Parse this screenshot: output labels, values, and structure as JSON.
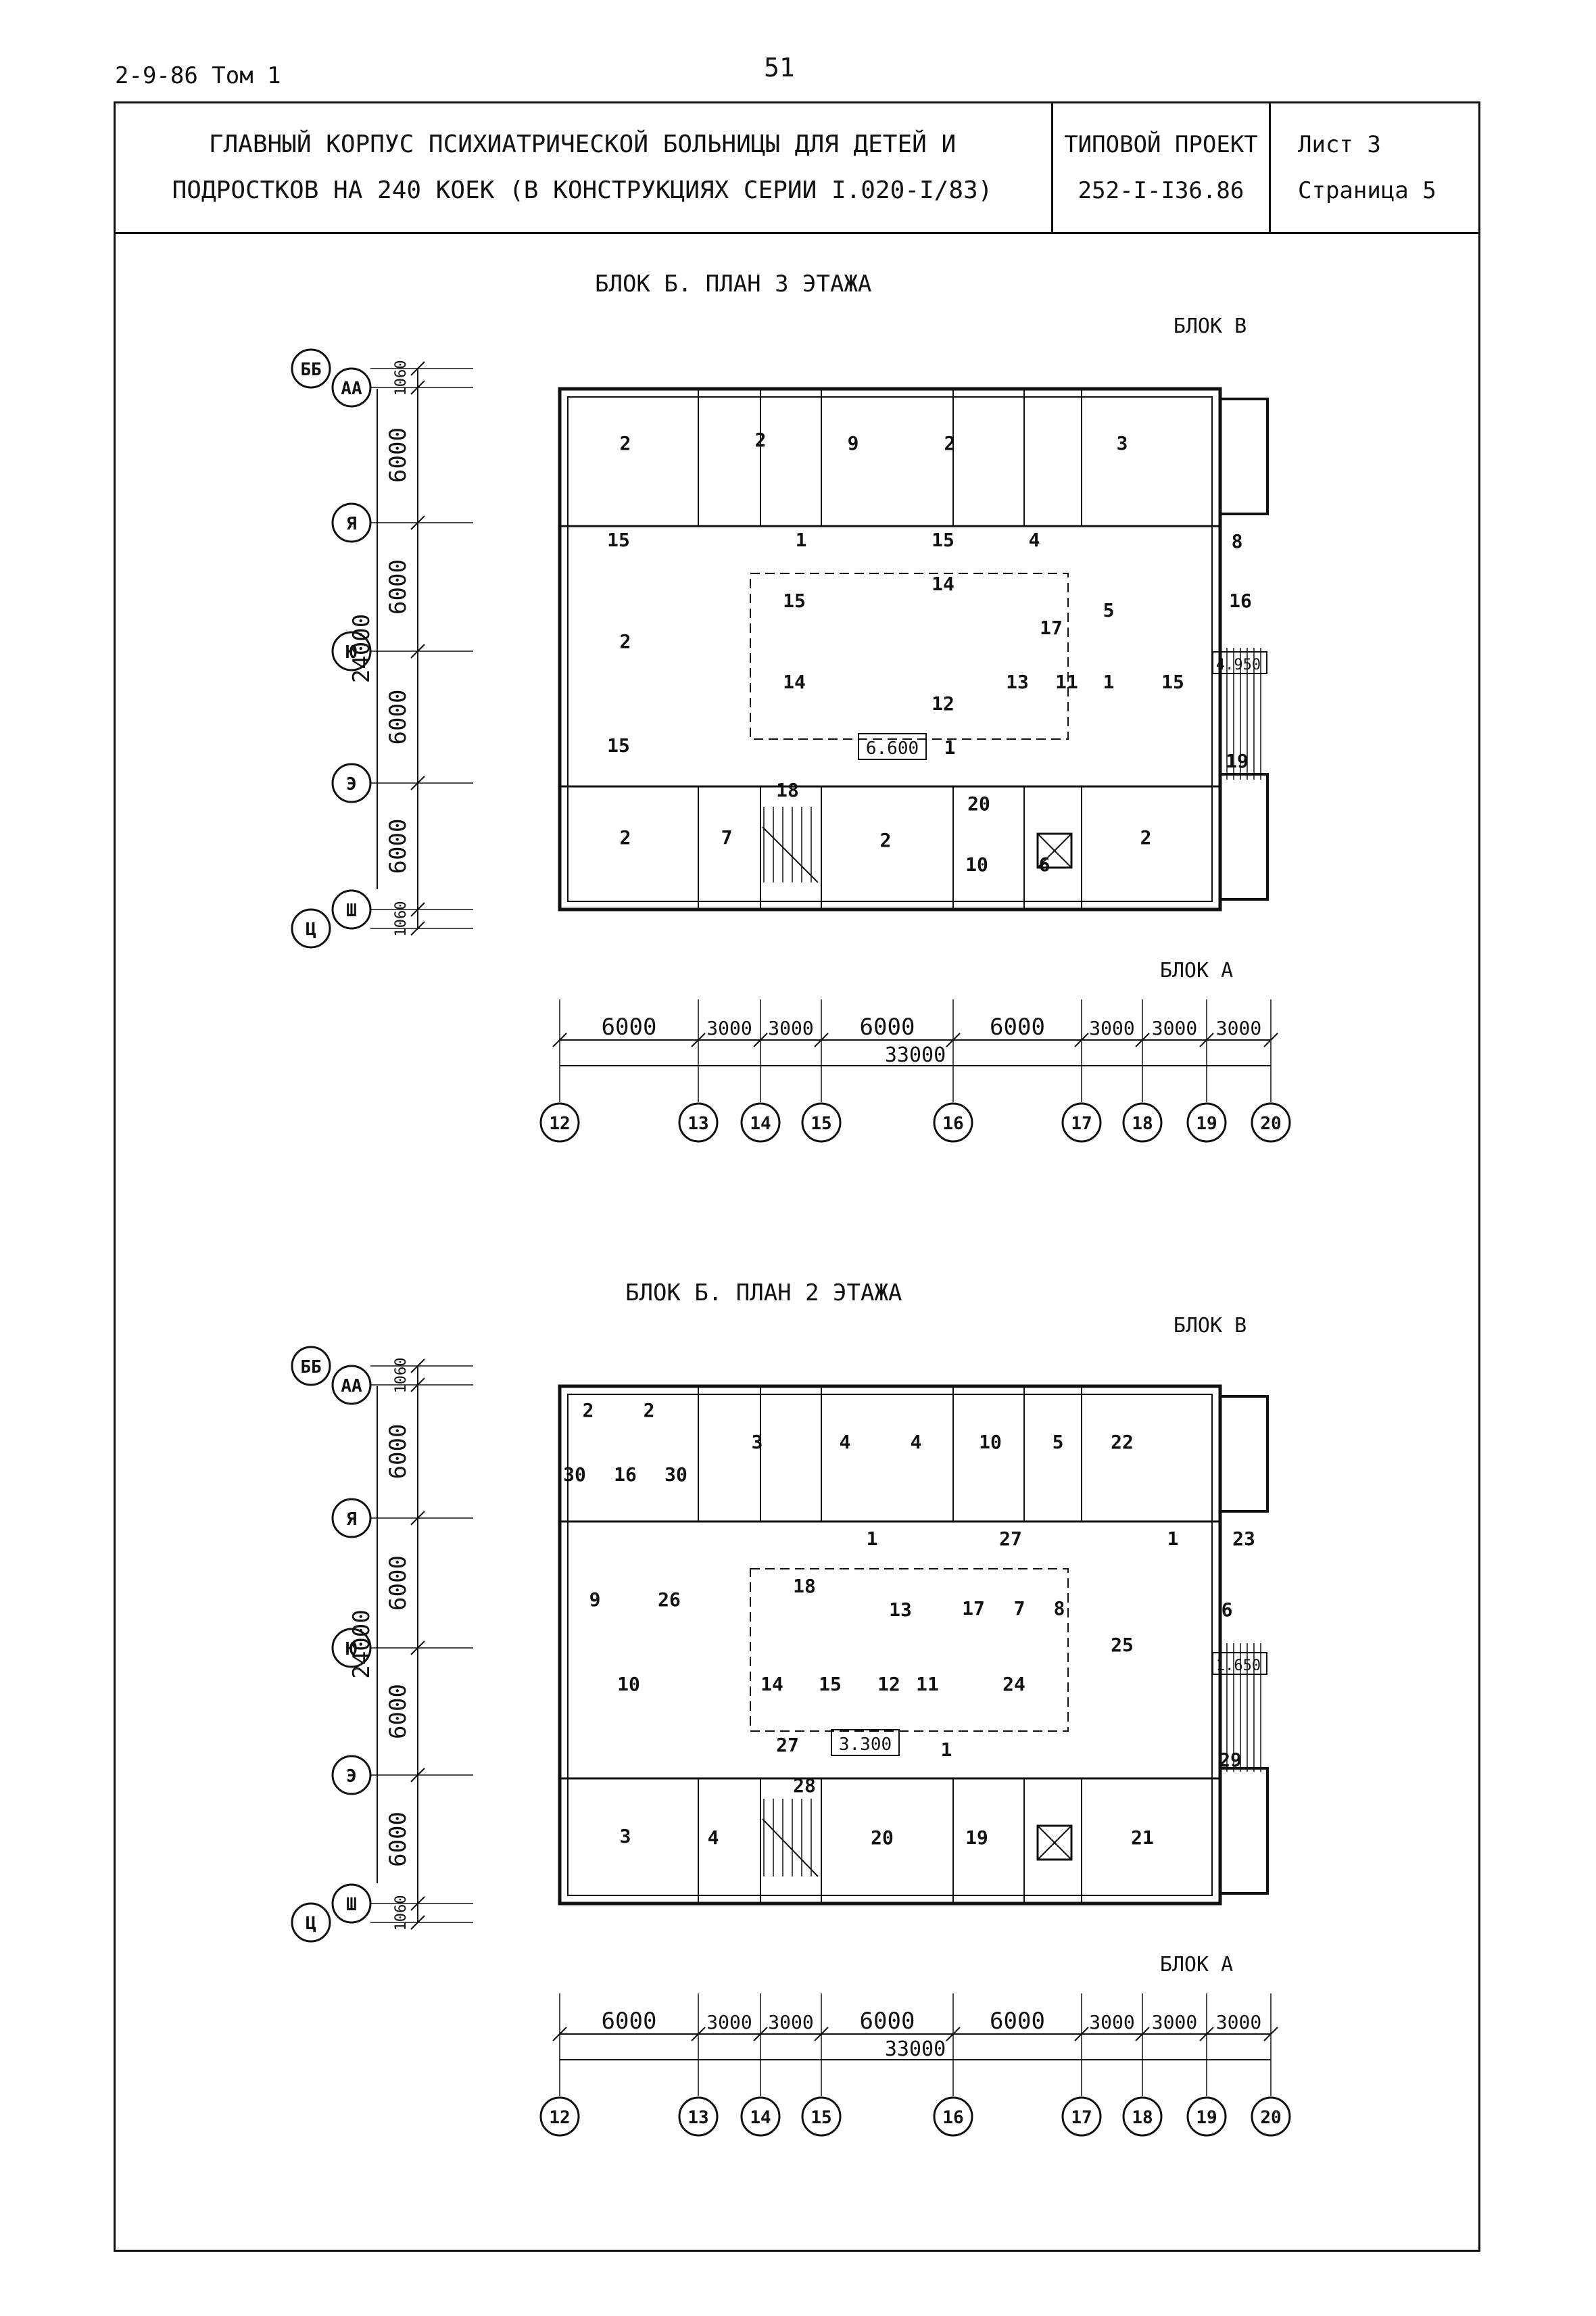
{
  "header": {
    "doc_ref": "2-9-86 Том 1",
    "page_number": "51",
    "title_line1": "ГЛАВНЫЙ КОРПУС ПСИХИАТРИЧЕСКОЙ БОЛЬНИЦЫ ДЛЯ ДЕТЕЙ И",
    "title_line2": "ПОДРОСТКОВ НА 240 КОЕК (В КОНСТРУКЦИЯХ СЕРИИ I.020-I/83)",
    "project_label": "ТИПОВОЙ ПРОЕКТ",
    "project_number": "252-I-I36.86",
    "sheet": "Лист 3",
    "page": "Страница 5"
  },
  "plans": [
    {
      "title": "БЛОК Б. ПЛАН 3 ЭТАЖА",
      "level_mark": "6.600",
      "stair_mark": "4.950",
      "block_top": "БЛОК В",
      "block_bottom": "БЛОК А",
      "rows": [
        "ББ",
        "АА",
        "Я",
        "Ю",
        "Э",
        "Ш",
        "Ц"
      ],
      "row_dims": [
        "1060",
        "6000",
        "6000",
        "6000",
        "6000",
        "1060"
      ],
      "row_total": "24000",
      "cols": [
        "12",
        "13",
        "14",
        "15",
        "16",
        "17",
        "18",
        "19",
        "20"
      ],
      "col_dims": [
        "6000",
        "3000",
        "3000",
        "6000",
        "6000",
        "3000",
        "3000",
        "3000"
      ],
      "col_total": "33000",
      "rooms": [
        "2",
        "2",
        "9",
        "2",
        "3",
        "15",
        "1",
        "15",
        "4",
        "8",
        "15",
        "14",
        "5",
        "16",
        "2",
        "17",
        "15",
        "14",
        "12",
        "13",
        "11",
        "1",
        "15",
        "1",
        "19",
        "18",
        "20",
        "2",
        "7",
        "2",
        "10",
        "6",
        "2"
      ]
    },
    {
      "title": "БЛОК Б. ПЛАН 2 ЭТАЖА",
      "level_mark": "3.300",
      "stair_mark": "1.650",
      "block_top": "БЛОК В",
      "block_bottom": "БЛОК А",
      "rows": [
        "ББ",
        "АА",
        "Я",
        "Ю",
        "Э",
        "Ш",
        "Ц"
      ],
      "row_dims": [
        "1060",
        "6000",
        "6000",
        "6000",
        "6000",
        "1060"
      ],
      "row_total": "24000",
      "cols": [
        "12",
        "13",
        "14",
        "15",
        "16",
        "17",
        "18",
        "19",
        "20"
      ],
      "col_dims": [
        "6000",
        "3000",
        "3000",
        "6000",
        "6000",
        "3000",
        "3000",
        "3000"
      ],
      "col_total": "33000",
      "rooms": [
        "2",
        "2",
        "30",
        "16",
        "30",
        "3",
        "4",
        "4",
        "10",
        "5",
        "22",
        "1",
        "27",
        "1",
        "23",
        "9",
        "26",
        "18",
        "13",
        "17",
        "7",
        "8",
        "6",
        "10",
        "14",
        "15",
        "12",
        "11",
        "24",
        "25",
        "27",
        "1",
        "29",
        "28",
        "3",
        "4",
        "20",
        "19",
        "21"
      ]
    }
  ]
}
